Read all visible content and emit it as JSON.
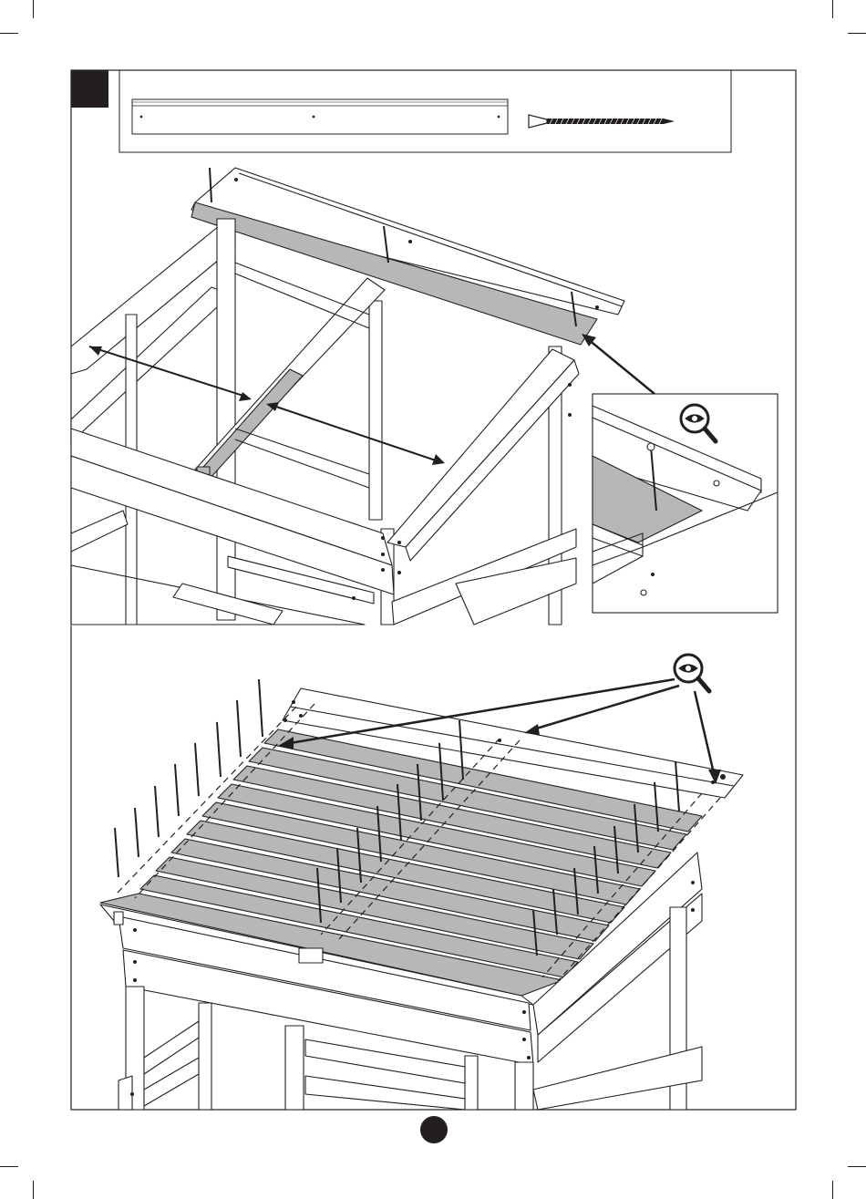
{
  "page": {
    "step_marker": "black-square-step-marker",
    "page_marker": "black-circle-page-marker"
  },
  "parts_box": {
    "items": [
      "roof-board-part",
      "screw-part"
    ]
  },
  "icons": {
    "detail_view": "magnifier-eye-icon"
  },
  "colors": {
    "board_fill": "#b7b7b7",
    "line": "#231f20",
    "paper": "#ffffff"
  }
}
